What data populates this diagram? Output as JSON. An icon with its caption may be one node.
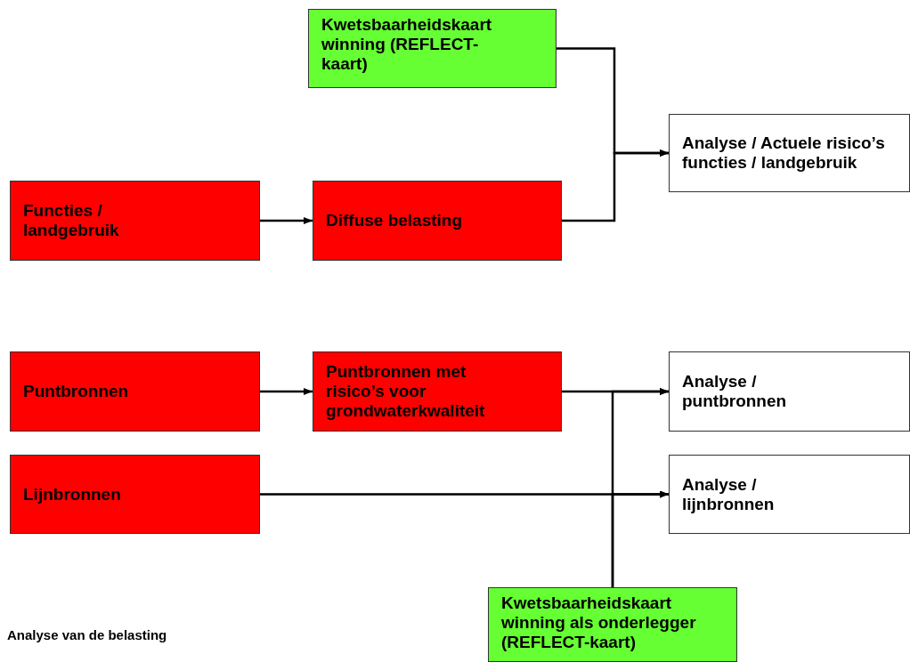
{
  "diagram": {
    "nodes": [
      {
        "text": [
          "Kwetsbaarheidskaart winning (REFLECT-kaart)"
        ]
      },
      {
        "text": [
          "Analyse / Actuele risico’s functies / landgebruik"
        ]
      },
      {
        "text": [
          "Functies / landgebruik"
        ]
      },
      {
        "text": [
          "Diffuse belasting"
        ]
      },
      {
        "text": [
          "Puntbronnen"
        ]
      },
      {
        "text": [
          "Puntbronnen met risico’s voor grondwaterkwaliteit"
        ]
      },
      {
        "text": [
          "Analyse / puntbronnen"
        ]
      },
      {
        "text": [
          "Lijnbronnen"
        ]
      },
      {
        "text": [
          "Analyse / lijnbronnen"
        ]
      },
      {
        "text": [
          "Kwetsbaarheidskaart winning als onderlegger (REFLECT-kaart)"
        ]
      }
    ],
    "edges": [
      {
        "from": 2,
        "to": 3,
        "arrow": "to"
      },
      {
        "from": 0,
        "to": 1,
        "arrow": "to"
      },
      {
        "from": 3,
        "to": 1,
        "arrow": "to"
      },
      {
        "from": 4,
        "to": 5,
        "arrow": "to"
      },
      {
        "from": 5,
        "to": 6,
        "arrow": "to"
      },
      {
        "from": 7,
        "to": 8,
        "arrow": "to"
      },
      {
        "from": 9,
        "to": 6,
        "arrow": "to"
      },
      {
        "from": 9,
        "to": 8,
        "arrow": "to"
      }
    ],
    "labels": [
      "Analyse van de belasting"
    ]
  }
}
